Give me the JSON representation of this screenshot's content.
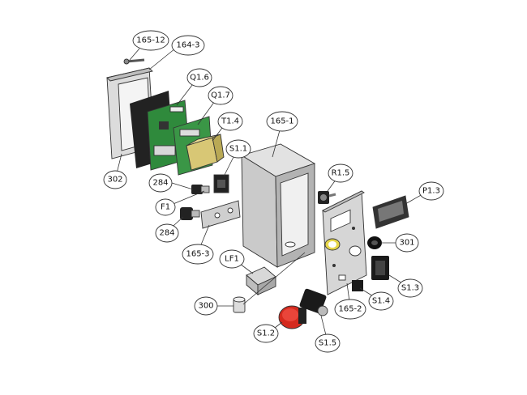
{
  "callouts": {
    "c165_12": "165-12",
    "c164_3": "164-3",
    "cQ16": "Q1.6",
    "cQ17": "Q1.7",
    "cT14": "T1.4",
    "c165_1": "165-1",
    "cS11": "S1.1",
    "c302": "302",
    "c284a": "284",
    "cF1": "F1",
    "c284b": "284",
    "c165_3": "165-3",
    "cR15": "R1.5",
    "cP13": "P1.3",
    "c301": "301",
    "cLF1": "LF1",
    "cS13": "S1.3",
    "cS14": "S1.4",
    "c165_2": "165-2",
    "c300": "300",
    "cS12": "S1.2",
    "cS15": "S1.5"
  },
  "colors": {
    "enclosure": "#c9c9c9",
    "pcb": "#2f8a3c",
    "transformer": "#d8c775",
    "button_red": "#d42a1e",
    "display": "#333333"
  }
}
